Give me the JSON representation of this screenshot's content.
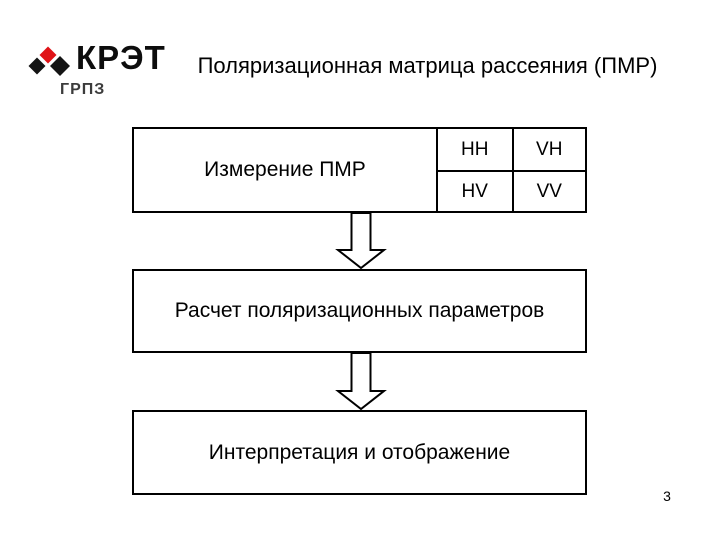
{
  "slide": {
    "page_number": "3",
    "background_color": "#ffffff",
    "text_color": "#000000",
    "border_color": "#000000"
  },
  "logo": {
    "brand": "КРЭТ",
    "division": "ГРПЗ",
    "colors": {
      "red_diamond": "#e01317",
      "black_diamond": "#141414",
      "division_text": "#3c3c3c"
    }
  },
  "header": {
    "title": "Поляризационная матрица рассеяния (ПМР)"
  },
  "diagram": {
    "boxes": [
      {
        "id": "measure",
        "label": "Измерение ПМР"
      },
      {
        "id": "compute",
        "label": "Расчет поляризационных параметров"
      },
      {
        "id": "interpret",
        "label": "Интерпретация и отображение"
      }
    ],
    "matrix": {
      "cells": [
        "HH",
        "VH",
        "HV",
        "VV"
      ]
    }
  }
}
